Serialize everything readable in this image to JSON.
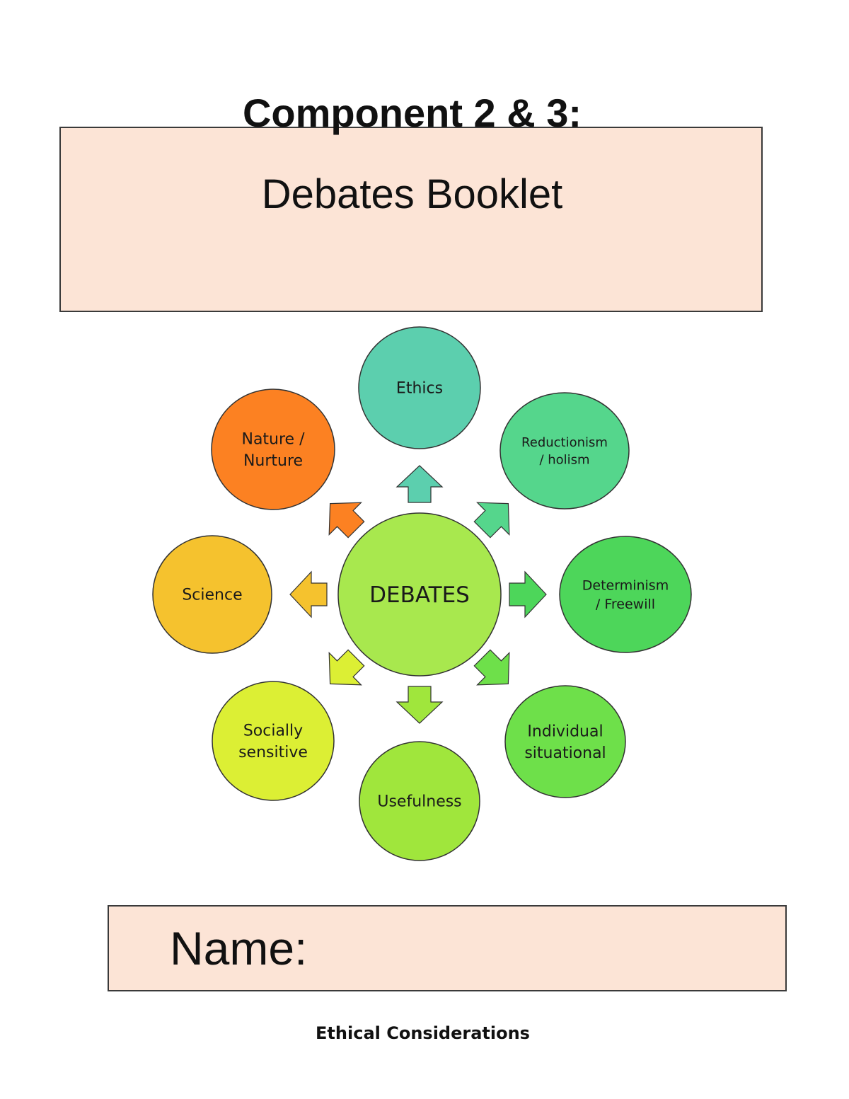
{
  "header": {
    "title": "Component 2 & 3:",
    "subtitle": "Debates Booklet"
  },
  "diagram": {
    "center": {
      "label": "DEBATES",
      "color": "#a8e84e"
    },
    "nodes": [
      {
        "id": "ethics",
        "lines": [
          "Ethics"
        ],
        "color": "#5ccfae",
        "arrow_color": "#5ccfae"
      },
      {
        "id": "reductionism",
        "lines": [
          "Reductionism",
          "/ holism"
        ],
        "color": "#55d68c",
        "arrow_color": "#55d68c"
      },
      {
        "id": "determinism",
        "lines": [
          "Determinism",
          "/ Freewill"
        ],
        "color": "#4dd65a",
        "arrow_color": "#4dd65a"
      },
      {
        "id": "individual",
        "lines": [
          "Individual",
          "situational"
        ],
        "color": "#6ee04a",
        "arrow_color": "#6ee04a"
      },
      {
        "id": "usefulness",
        "lines": [
          "Usefulness"
        ],
        "color": "#a0e63c",
        "arrow_color": "#a0e63c"
      },
      {
        "id": "socially",
        "lines": [
          "Socially",
          "sensitive"
        ],
        "color": "#dcef34",
        "arrow_color": "#dcef34"
      },
      {
        "id": "science",
        "lines": [
          "Science"
        ],
        "color": "#f5c22e",
        "arrow_color": "#f5c22e"
      },
      {
        "id": "nature",
        "lines": [
          "Nature /",
          "Nurture"
        ],
        "color": "#fc8122",
        "arrow_color": "#fc8122"
      }
    ]
  },
  "name_box": {
    "label": "Name:"
  },
  "footer": {
    "text": "Ethical Considerations"
  }
}
